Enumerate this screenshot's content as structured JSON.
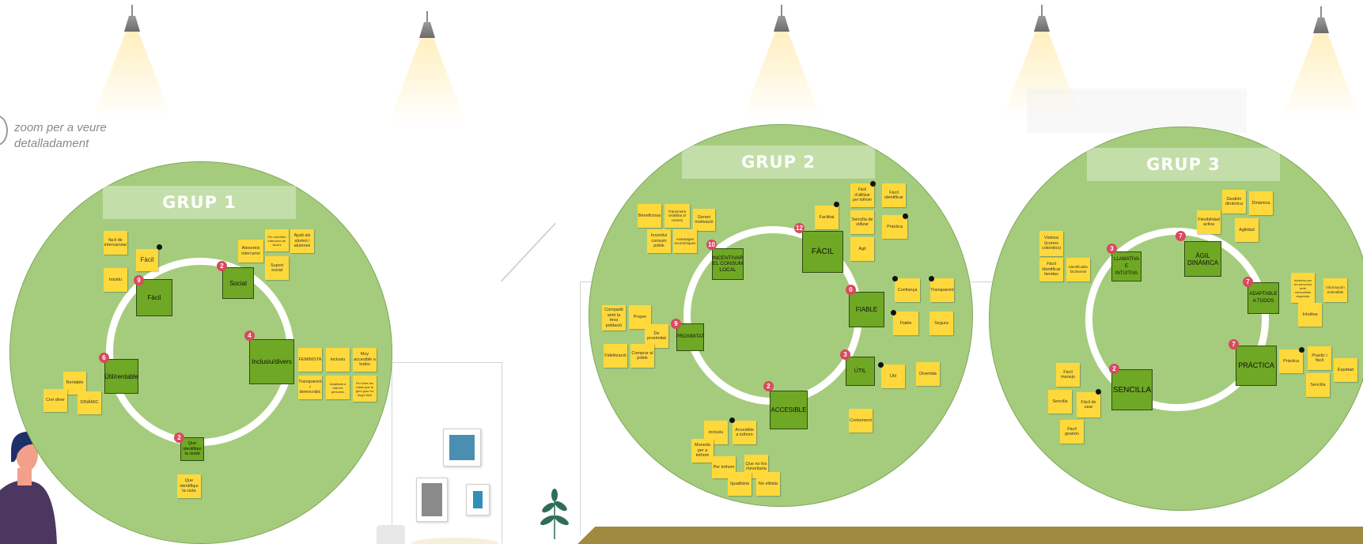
{
  "hint": {
    "text": "zoom per a veure detalladament"
  },
  "ghost_title": "",
  "groups": [
    {
      "title": "GRUP 1"
    },
    {
      "title": "GRUP 2"
    },
    {
      "title": "GRUP 3"
    }
  ],
  "g1": {
    "boxes": [
      {
        "label": "Fàcil",
        "badge": "9"
      },
      {
        "label": "Social",
        "badge": "2"
      },
      {
        "label": "Inclusiu/divers",
        "badge": "4"
      },
      {
        "label": "Útil/rentable",
        "badge": "6"
      },
      {
        "label": "Que identifiqui la ciutat",
        "badge": "2"
      }
    ],
    "notes": [
      "fàcil de intercanviar",
      "Fàcil",
      "Intuitiu",
      "Atesoreix intercanvi",
      "Per activitats intercanvi de favors",
      "Ajudi als alumni i alumnes",
      "Suport social",
      "FEMINISTA",
      "Inclusiu",
      "Muy accesible a todos",
      "Transparent i democràtic",
      "Adaptada a tota les persones",
      "Per totes les edats que la gent gran ho tingui fàcil",
      "Rentable",
      "Crei diner",
      "DINÀMIC",
      "Que identifiqui la ciuta"
    ]
  },
  "g2": {
    "boxes": [
      {
        "label": "FÀCIL",
        "badge": "12"
      },
      {
        "label": "INCENTIVAR EL CONSUM LOCAL",
        "badge": "10"
      },
      {
        "label": "FIABLE",
        "badge": "0"
      },
      {
        "label": "PROXIMITAT",
        "badge": "9"
      },
      {
        "label": "ÚTIL",
        "badge": "3"
      },
      {
        "label": "ACCESIBLE",
        "badge": "2"
      }
    ],
    "notes": [
      "Beneficiosa",
      "Transmetre visibilitat al comerç",
      "Generi motivació",
      "Incentivi consum poble",
      "Avantatges econòmiques",
      "Facilitat",
      "Fàcil d'utilitzar per tothom",
      "Fàcil identificar",
      "Sencilla de utilizar",
      "Àgil",
      "Pràctica",
      "Confiança",
      "Transparent",
      "Fiable",
      "Segura",
      "Compartit amb la teva població",
      "Proper",
      "De proximitat",
      "Fidelització",
      "Comprar al poble",
      "Útil",
      "Divertida",
      "Creixement",
      "Inclusiu",
      "Accesible a tothom",
      "Moneda per a tothom",
      "Per tothom",
      "Que no fos minoritaria",
      "Igualitària",
      "No elitista"
    ]
  },
  "g3": {
    "boxes": [
      {
        "label": "ÀGIL DINÀMICA",
        "badge": "7"
      },
      {
        "label": "LLAMATIVA E INTUITIVA",
        "badge": "3"
      },
      {
        "label": "ADAPTABLE A TODOS",
        "badge": "7"
      },
      {
        "label": "PRÁCTICA",
        "badge": "7"
      },
      {
        "label": "SENCILLA",
        "badge": "2"
      }
    ],
    "notes": [
      "Gestión dinámica",
      "Dinámica",
      "Flexibilidad activa",
      "Agilidad",
      "Vistosa (iconos coloridos)",
      "Fàcil identificar tiendas",
      "Identificable fàcilmente",
      "Inclusiva per les persones amb necessitats especials",
      "Información entendible",
      "Intuitiva",
      "Pràctica",
      "Practic i fàcil",
      "Equidad",
      "Sencilla",
      "Fàcil manejo",
      "Sencilla",
      "Fàcil de usar",
      "Fàcil gestión"
    ]
  },
  "colors": {
    "circle": "#a5cc7c",
    "box": "#6fa824",
    "note": "#ffd93b",
    "badge": "#d84a5e",
    "floor": "#a08a3f"
  }
}
